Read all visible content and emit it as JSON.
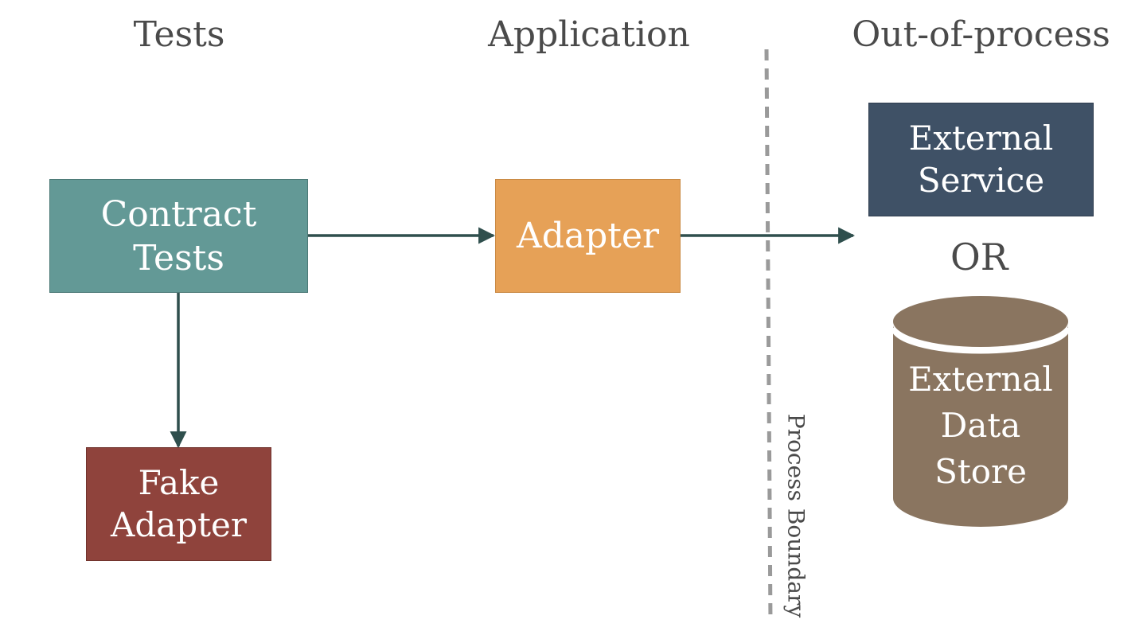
{
  "headings": {
    "tests": "Tests",
    "application": "Application",
    "out_of_process": "Out-of-process"
  },
  "nodes": {
    "contract_tests": "Contract Tests",
    "adapter": "Adapter",
    "fake_adapter": [
      "Fake",
      "Adapter"
    ],
    "external_service": [
      "External",
      "Service"
    ],
    "external_data_store": [
      "External",
      "Data",
      "Store"
    ]
  },
  "or_label": "OR",
  "boundary_label": "Process Boundary",
  "colors": {
    "contract_tests": "#639996",
    "adapter": "#e6a157",
    "fake_adapter": "#8f433c",
    "external_service": "#3f5166",
    "external_data_store": "#8a7560",
    "arrow": "#2f4f4d",
    "boundary": "#9a9a9a"
  }
}
